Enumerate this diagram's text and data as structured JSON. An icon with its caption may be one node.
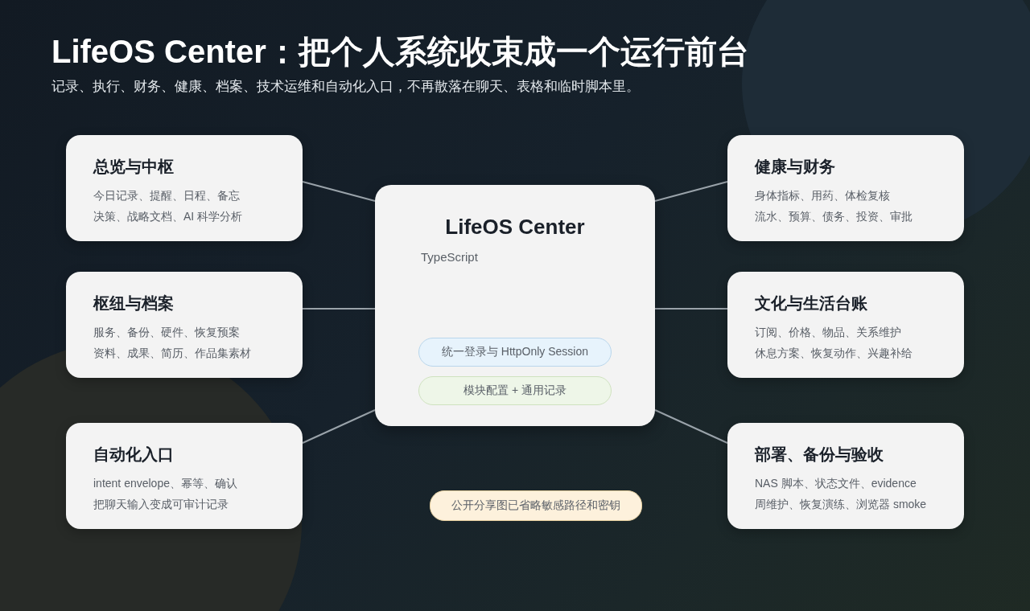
{
  "diagram": {
    "title": "LifeOS Center：把个人系统收束成一个运行前台",
    "nodes": [
      {
        "text": [
          "总览与中枢",
          "今日记录、提醒、日程、备忘",
          "决策、战略文档、AI 科学分析"
        ]
      },
      {
        "text": [
          "LifeOS Center",
          "TypeScript"
        ]
      },
      {
        "text": [
          "统一登录与 HttpOnly Session"
        ],
        "in": 1
      },
      {
        "text": [
          "模块配置 + 通用记录"
        ],
        "in": 1
      },
      {
        "text": [
          "健康与财务",
          "身体指标、用药、体检复核",
          "流水、预算、债务、投资、审批"
        ]
      },
      {
        "text": [
          "枢纽与档案",
          "服务、备份、硬件、恢复预案",
          "资料、成果、简历、作品集素材"
        ]
      },
      {
        "text": [
          "文化与生活台账",
          "订阅、价格、物品、关系维护",
          "休息方案、恢复动作、兴趣补给"
        ]
      },
      {
        "text": [
          "自动化入口",
          "intent envelope、幂等、确认",
          "把聊天输入变成可审计记录"
        ]
      },
      {
        "text": [
          "部署、备份与验收",
          "NAS 脚本、状态文件、evidence",
          "周维护、恢复演练、浏览器 smoke"
        ]
      },
      {
        "text": [
          "公开分享图已省略敏感路径和密钥"
        ]
      }
    ],
    "edges": [
      {
        "from": 1,
        "to": 0,
        "arrow": "none"
      },
      {
        "from": 1,
        "to": 4,
        "arrow": "none"
      },
      {
        "from": 1,
        "to": 5,
        "arrow": "none"
      },
      {
        "from": 1,
        "to": 6,
        "arrow": "none"
      },
      {
        "from": 1,
        "to": 7,
        "arrow": "none"
      },
      {
        "from": 1,
        "to": 8,
        "arrow": "none"
      }
    ],
    "labels": [
      "记录、执行、财务、健康、档案、技术运维和自动化入口，不再散落在聊天、表格和临时脚本里。"
    ]
  }
}
